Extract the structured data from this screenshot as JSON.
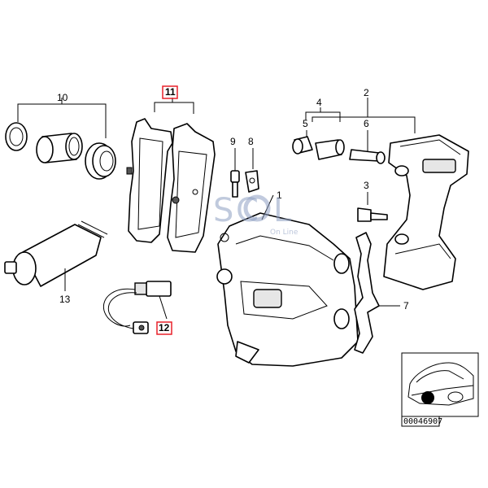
{
  "labels": {
    "p1": "1",
    "p2": "2",
    "p3": "3",
    "p4": "4",
    "p5": "5",
    "p6": "6",
    "p7": "7",
    "p8": "8",
    "p9": "9",
    "p10": "10",
    "p11": "11",
    "p12": "12",
    "p13": "13"
  },
  "watermark": {
    "logo_s": "S",
    "logo_c": "C",
    "logo_l": "L",
    "tagline": "On Line"
  },
  "reference_code": "00046907",
  "colors": {
    "highlight_box": "#e8202a",
    "watermark": "#8e9fc2"
  }
}
